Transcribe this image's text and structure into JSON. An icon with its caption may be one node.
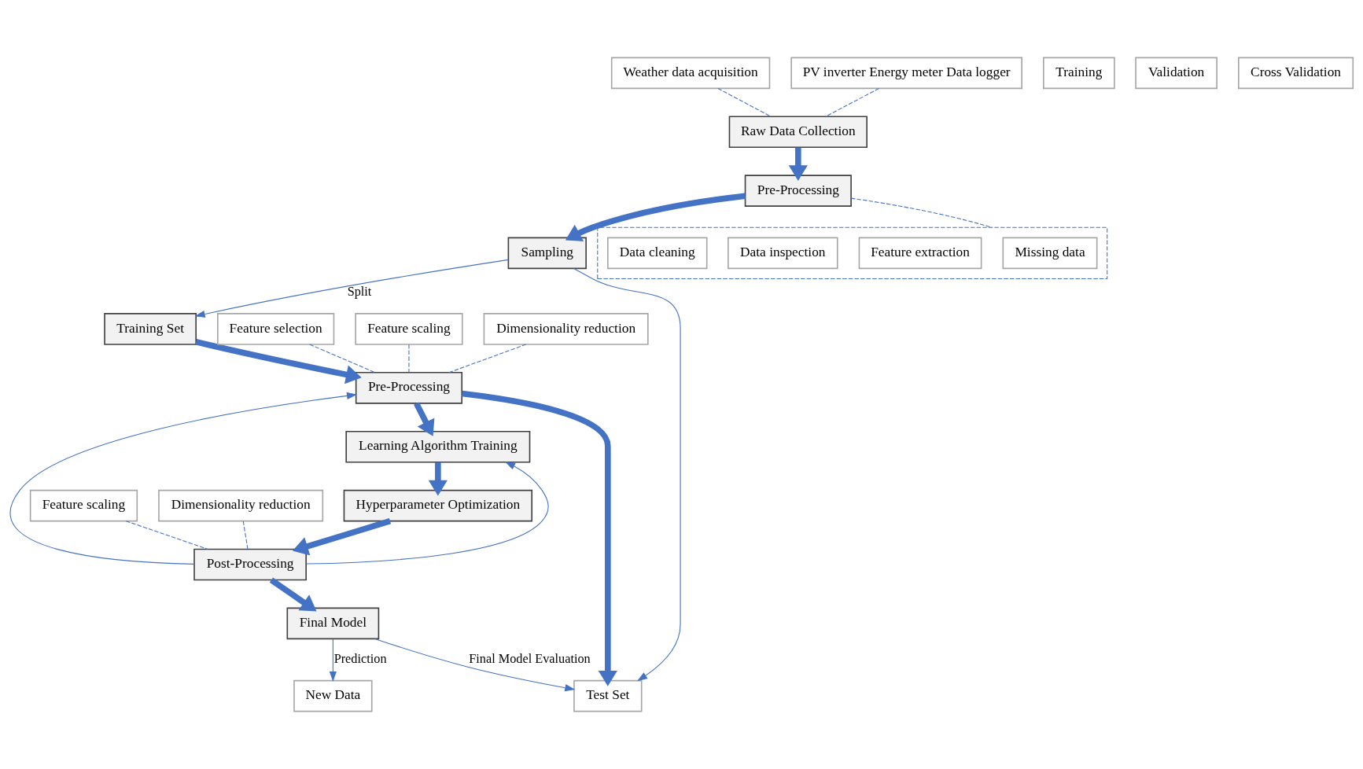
{
  "diagram": {
    "nodes": [
      {
        "text": [
          "Weather data acquisition"
        ]
      },
      {
        "text": [
          "PV inverter Energy meter Data logger"
        ]
      },
      {
        "text": [
          "Raw Data Collection"
        ]
      },
      {
        "text": [
          "Pre-Processing"
        ]
      },
      {
        "text": [
          "Sampling"
        ]
      },
      {
        "text": [
          "Training Set"
        ]
      },
      {
        "text": [
          "Training"
        ]
      },
      {
        "text": [
          "Validation"
        ]
      },
      {
        "text": [],
        "shape": "box"
      },
      {
        "text": [
          "Missing data"
        ],
        "in": 8
      },
      {
        "text": [
          "Feature extraction"
        ],
        "in": 8
      },
      {
        "text": [
          "Data inspection"
        ],
        "in": 8
      },
      {
        "text": [
          "Data cleaning"
        ],
        "in": 8
      },
      {
        "text": [
          "Cross Validation"
        ]
      },
      {
        "text": [
          "Feature selection"
        ]
      },
      {
        "text": [
          "Feature scaling"
        ]
      },
      {
        "text": [
          "Dimensionality reduction"
        ]
      },
      {
        "text": [
          "Pre-Processing"
        ]
      },
      {
        "text": [
          "Learning Algorithm Training"
        ]
      },
      {
        "text": [
          "Hyperparameter Optimization"
        ]
      },
      {
        "text": [
          "Feature scaling"
        ]
      },
      {
        "text": [
          "Dimensionality reduction"
        ]
      },
      {
        "text": [
          "Post-Processing"
        ]
      },
      {
        "text": [
          "Final Model"
        ]
      },
      {
        "text": [
          "Test Set"
        ]
      },
      {
        "text": [
          "New Data"
        ]
      }
    ],
    "edges": [
      {
        "from": 0,
        "to": 2,
        "arrow": "none",
        "style": "dashed"
      },
      {
        "from": 1,
        "to": 2,
        "arrow": "none",
        "style": "dashed"
      },
      {
        "from": 2,
        "to": 3,
        "arrow": "to",
        "style": "thick"
      },
      {
        "from": 3,
        "to": 4,
        "arrow": "to",
        "style": "thick"
      },
      {
        "from": 3,
        "to": 8,
        "arrow": "none",
        "style": "dashed"
      },
      {
        "from": 4,
        "to": 5,
        "arrow": "to",
        "label": "Split"
      },
      {
        "from": 4,
        "to": 24,
        "arrow": "to"
      },
      {
        "from": 5,
        "to": 17,
        "arrow": "to",
        "style": "thick"
      },
      {
        "from": 14,
        "to": 17,
        "arrow": "none",
        "style": "dashed"
      },
      {
        "from": 15,
        "to": 17,
        "arrow": "none",
        "style": "dashed"
      },
      {
        "from": 16,
        "to": 17,
        "arrow": "none",
        "style": "dashed"
      },
      {
        "from": 17,
        "to": 24,
        "arrow": "to",
        "style": "thick"
      },
      {
        "from": 17,
        "to": 18,
        "arrow": "to",
        "style": "thick"
      },
      {
        "from": 18,
        "to": 19,
        "arrow": "to",
        "style": "thick"
      },
      {
        "from": 19,
        "to": 22,
        "arrow": "to",
        "style": "thick"
      },
      {
        "from": 20,
        "to": 22,
        "arrow": "none",
        "style": "dashed"
      },
      {
        "from": 21,
        "to": 22,
        "arrow": "none",
        "style": "dashed"
      },
      {
        "from": 22,
        "to": 17,
        "arrow": "to"
      },
      {
        "from": 22,
        "to": 18,
        "arrow": "to"
      },
      {
        "from": 22,
        "to": 23,
        "arrow": "to",
        "style": "thick"
      },
      {
        "from": 23,
        "to": 24,
        "arrow": "to",
        "label": "Final Model Evaluation"
      },
      {
        "from": 23,
        "to": 25,
        "arrow": "to",
        "label": "Prediction"
      }
    ]
  }
}
